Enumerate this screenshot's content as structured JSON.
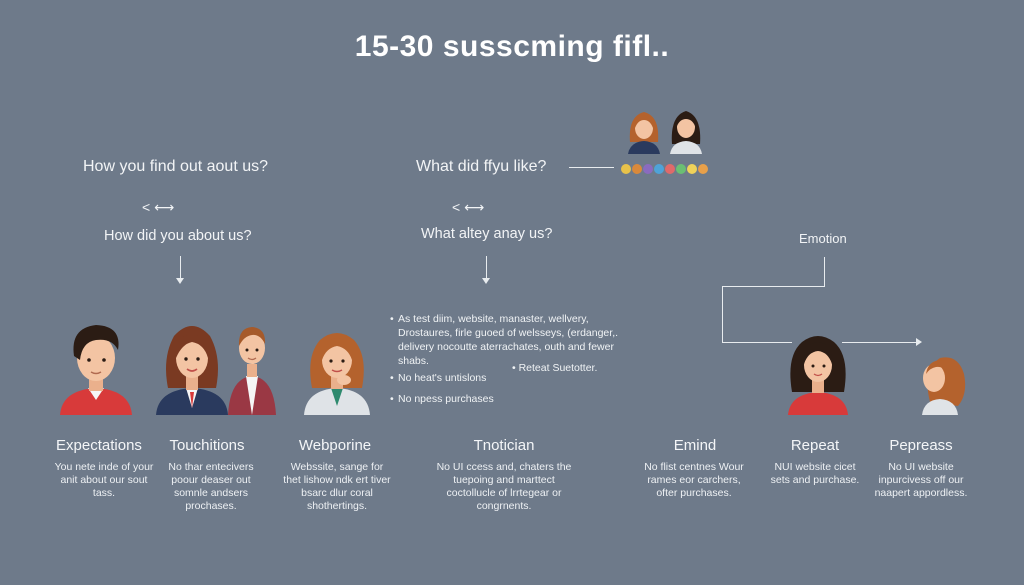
{
  "title": "15-30 susscming fifl..",
  "questions": {
    "q1": "How you find out aout us?",
    "q2": "How did you about us?",
    "q3": "What did ffyu like?",
    "q4": "What altey anay us?",
    "emotion": "Emotion"
  },
  "bullets": [
    "As test diim, website, manaster, wellvery, Drostaures, firle guoed of welsseys, (erdanger,. delivery nocoutte aterrachates, outh and fewer shabs.",
    "No heat's untislons",
    "No npess purchases"
  ],
  "side_note": "Reteat Suetotter.",
  "stages": [
    {
      "heading": "Expectations",
      "desc": "You nete inde of your anit about our sout tass."
    },
    {
      "heading": "Touchitions",
      "desc": "No thar entecivers poour deaser out somnle andsers prochases."
    },
    {
      "heading": "Webporine",
      "desc": "Webssite, sange for thet lishow ndk ert tiver bsarc dlur coral shothertings."
    },
    {
      "heading": "Tnotician",
      "desc": "No UI ccess and, chaters the tuepoing and marttect coctollucle of lrrtegear or congrnents."
    },
    {
      "heading": "Emind",
      "desc": "No flist centnes Wour rames eor carchers, ofter purchases."
    },
    {
      "heading": "Repeat",
      "desc": "NUI website cicet sets and purchase."
    },
    {
      "heading": "Pepreass",
      "desc": "No UI website inpurcivess off our naapert appordless."
    }
  ],
  "colors": {
    "background": "#6e7a8a",
    "shirt_red": "#d83a3a",
    "suit_navy": "#2a3a5e",
    "skin": "#f3c4a3",
    "hair_brown": "#4a2b1c",
    "hair_auburn": "#b4622d"
  }
}
